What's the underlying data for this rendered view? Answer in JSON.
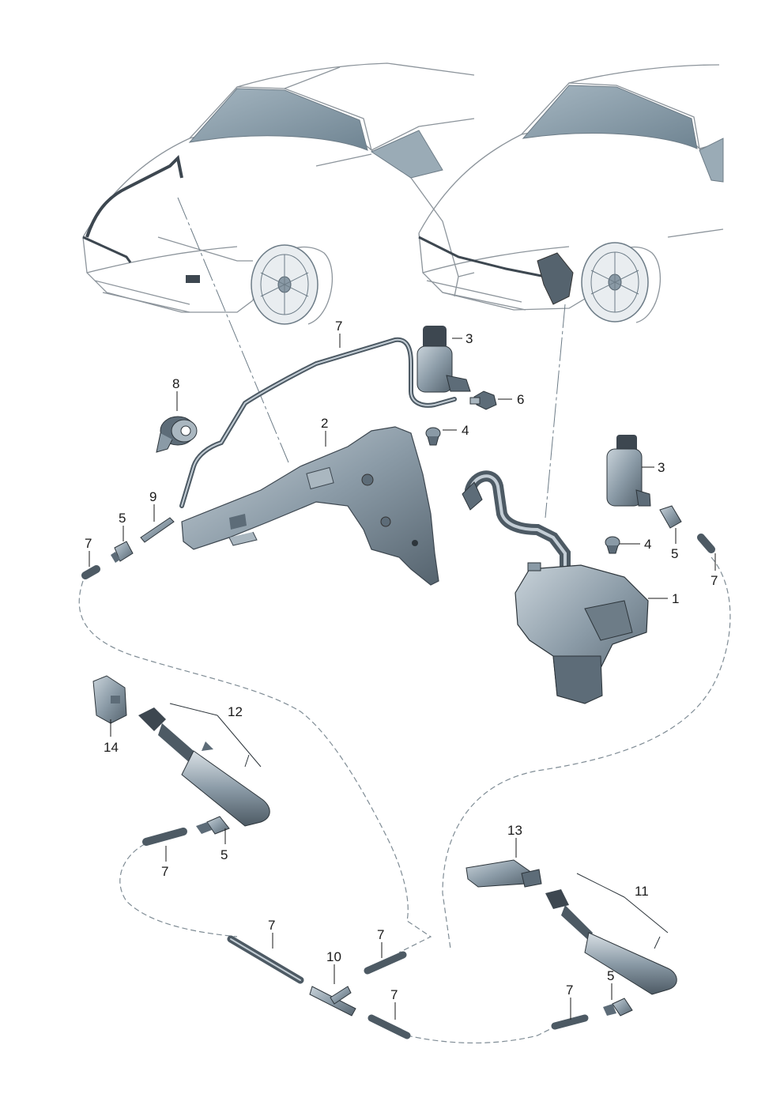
{
  "diagram": {
    "callouts": [
      {
        "id": "c7-top",
        "text": "7"
      },
      {
        "id": "c3-top",
        "text": "3"
      },
      {
        "id": "c6",
        "text": "6"
      },
      {
        "id": "c8",
        "text": "8"
      },
      {
        "id": "c2",
        "text": "2"
      },
      {
        "id": "c4-top",
        "text": "4"
      },
      {
        "id": "c9",
        "text": "9"
      },
      {
        "id": "c5-left",
        "text": "5"
      },
      {
        "id": "c7-left",
        "text": "7"
      },
      {
        "id": "c3-right",
        "text": "3"
      },
      {
        "id": "c4-right",
        "text": "4"
      },
      {
        "id": "c5-right",
        "text": "5"
      },
      {
        "id": "c7-right",
        "text": "7"
      },
      {
        "id": "c1",
        "text": "1"
      },
      {
        "id": "c12",
        "text": "12"
      },
      {
        "id": "c14",
        "text": "14"
      },
      {
        "id": "c5-mid",
        "text": "5"
      },
      {
        "id": "c7-mid",
        "text": "7"
      },
      {
        "id": "c13",
        "text": "13"
      },
      {
        "id": "c11",
        "text": "11"
      },
      {
        "id": "c7-bot1",
        "text": "7"
      },
      {
        "id": "c7-bot2",
        "text": "7"
      },
      {
        "id": "c10",
        "text": "10"
      },
      {
        "id": "c7-bot3",
        "text": "7"
      },
      {
        "id": "c7-bot4",
        "text": "7"
      },
      {
        "id": "c5-bot",
        "text": "5"
      }
    ]
  },
  "colors": {
    "part_fill": "#8a9aa6",
    "part_dark": "#5d6c78",
    "part_light": "#c3cdd5",
    "car_line": "#8c949b",
    "hose_dash": "#7f8c95"
  }
}
